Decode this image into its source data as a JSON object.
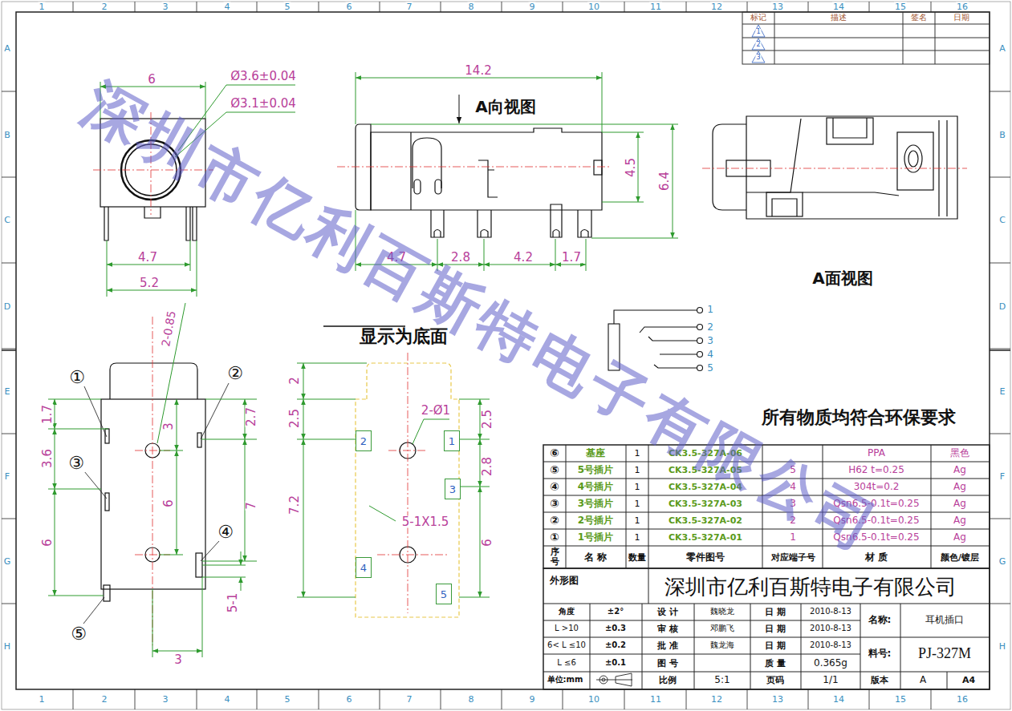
{
  "diagram": {
    "nodes": [
      {
        "text": [
          "2"
        ]
      },
      {
        "text": [
          "1"
        ]
      },
      {
        "text": [
          "3"
        ]
      },
      {
        "text": [
          "4"
        ]
      },
      {
        "text": [
          "5"
        ]
      }
    ],
    "labels": [
      "1",
      "2",
      "3",
      "4",
      "5",
      "6",
      "7",
      "8",
      "9",
      "10",
      "11",
      "12",
      "13",
      "14",
      "15",
      "16",
      "1",
      "2",
      "3",
      "4",
      "5",
      "6",
      "7",
      "8",
      "9",
      "10",
      "11",
      "12",
      "13",
      "14",
      "15",
      "16",
      "A",
      "B",
      "C",
      "D",
      "E",
      "F",
      "G",
      "H",
      "A",
      "B",
      "C",
      "D",
      "E",
      "F",
      "G",
      "H",
      "标记",
      "描述",
      "签名",
      "日期",
      "1",
      "2",
      "3",
      "6",
      "Ø3.6±0.04",
      "Ø3.1±0.04",
      "4.7",
      "5.2",
      "14.2",
      "A向视图",
      "4.5",
      "6.4",
      "4.7",
      "2.8",
      "4.2",
      "1.7",
      "A面视图",
      "1",
      "2",
      "3",
      "4",
      "5",
      "显示为底面",
      "①",
      "②",
      "③",
      "④",
      "⑤",
      "2-0.85",
      "1.7",
      "3.6",
      "6",
      "3",
      "6",
      "2.7",
      "7",
      "5-1",
      "3",
      "2",
      "2.5",
      "7.2",
      "2-Ø1",
      "2.5",
      "2.8",
      "6",
      "5-1X1.5",
      "所有物质均符合环保要求",
      "⑥",
      "基座",
      "1",
      "CK3.5-327A-06",
      "PPA",
      "黑色",
      "⑤",
      "5号插片",
      "1",
      "CK3.5-327A-05",
      "5",
      "H62 t=0.25",
      "Ag",
      "④",
      "4号插片",
      "1",
      "CK3.5-327A-04",
      "4",
      "304t=0.2",
      "Ag",
      "③",
      "3号插片",
      "1",
      "CK3.5-327A-03",
      "3",
      "Qsn6.5-0.1t=0.25",
      "Ag",
      "②",
      "2号插片",
      "1",
      "CK3.5-327A-02",
      "2",
      "Qsn6.5-0.1t=0.25",
      "Ag",
      "①",
      "1号插片",
      "1",
      "CK3.5-327A-01",
      "1",
      "Qsn6.5-0.1t=0.25",
      "Ag",
      "序号",
      "名 称",
      "数量",
      "零件图号",
      "对应端子号",
      "材 质",
      "颜色/镀层",
      "外形图",
      "深圳市亿利百斯特电子有限公司",
      "角度",
      "±2°",
      "设 计",
      "魏晓龙",
      "日 期",
      "2010-8-13",
      "名称:",
      "耳机插口",
      "L >10",
      "±0.3",
      "审 核",
      "邓鹏飞",
      "日 期",
      "2010-8-13",
      "6< L ≤10",
      "±0.2",
      "批 准",
      "魏龙海",
      "日 期",
      "2010-8-13",
      "料号:",
      "PJ-327M",
      "L ≤6",
      "±0.1",
      "图 号",
      "质 量",
      "0.365g",
      "单位:mm",
      "比例",
      "5:1",
      "页码",
      "1/1",
      "版本",
      "A",
      "A4",
      "深圳市亿利百斯特电子有限公司"
    ]
  }
}
